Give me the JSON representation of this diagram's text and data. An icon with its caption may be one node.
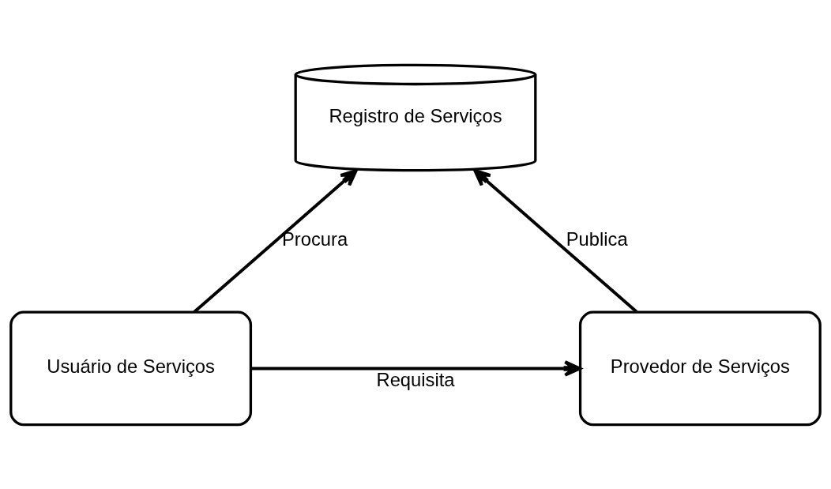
{
  "diagram": {
    "nodes": [
      {
        "text": [
          "Registro de Serviços"
        ]
      },
      {
        "text": [
          "Usuário de Serviços"
        ]
      },
      {
        "text": [
          "Provedor de Serviços"
        ]
      }
    ],
    "edges": [
      {
        "from": 1,
        "to": 0,
        "arrow": "to",
        "label": "Procura"
      },
      {
        "from": 2,
        "to": 0,
        "arrow": "to",
        "label": "Publica"
      },
      {
        "from": 1,
        "to": 2,
        "arrow": "to",
        "label": "Requisita"
      }
    ]
  }
}
